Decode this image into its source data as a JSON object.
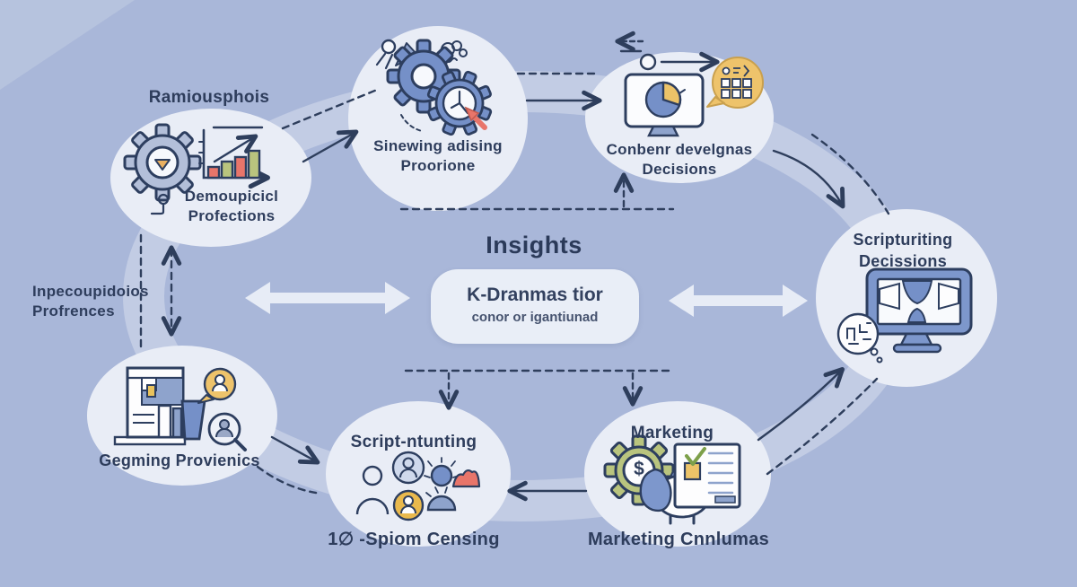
{
  "colors": {
    "background": "#a9b7d9",
    "band": "#c2cce4",
    "node_fill": "#e9edf6",
    "ink": "#2e3d5c",
    "blue_icon": "#7590c8",
    "steel_blue": "#8ea3cc",
    "yellow": "#ecc368",
    "red": "#e8756a",
    "olive_green": "#b9c47e",
    "white_arrow": "#e7ecf6"
  },
  "center": {
    "heading": "Insights",
    "box_title": "K-Dranmas tior",
    "box_subtitle": "conor or igantiunad"
  },
  "labels": {
    "top_left_above": "Ramiousphois",
    "left_side_line1": "Inpecoupidoios",
    "left_side_line2": "Profrences",
    "bottom_center_below": "1∅ -Spiom Censing",
    "bottom_right_below": "Marketing Cnnlumas"
  },
  "nodes": {
    "top_left": {
      "line1": "Demoupicicl",
      "line2": "Profections",
      "icons": [
        "gear-icon",
        "bar-chart-icon"
      ]
    },
    "top_center": {
      "line1": "Sinewing adising",
      "line2": "Proorione",
      "icons": [
        "gears-clock-icon",
        "person-pencil-icon",
        "scribble-icon"
      ]
    },
    "top_right": {
      "line1": "Conbenr develgnas",
      "line2": "Decisions",
      "icons": [
        "monitor-pie-chart-icon",
        "speech-bubble-grid-icon"
      ]
    },
    "right": {
      "line1": "Scripturiting",
      "line2": "Decissions",
      "icons": [
        "monitor-video-icon",
        "thought-bubble-circuit-icon"
      ]
    },
    "bottom_left": {
      "line1": "Gegming Provienics",
      "icons": [
        "building-icon",
        "speech-bubble-person-icon",
        "magnifier-person-icon"
      ]
    },
    "bottom_center": {
      "title": "Script-ntunting",
      "icons": [
        "people-group-icon"
      ]
    },
    "bottom_right": {
      "title": "Marketing",
      "icons": [
        "gear-dollar-icon",
        "piggy-bank-icon",
        "checklist-icon"
      ]
    }
  },
  "icons": {
    "dollar_sign": "$"
  }
}
